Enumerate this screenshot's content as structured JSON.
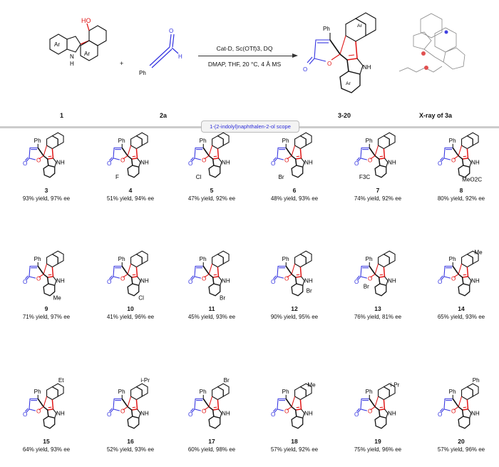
{
  "scheme": {
    "reactant1": {
      "number": "1",
      "labels": [
        "HO",
        "Ar",
        "N",
        "H",
        "Ar"
      ]
    },
    "plus": "+",
    "reactant2": {
      "number": "2a",
      "labels": [
        "Ph",
        "O",
        "H"
      ]
    },
    "conditions_top": "Cat-D, Sc(OTf)3, DQ",
    "conditions_bottom": "DMAP, THF, 20 °C, 4 Å MS",
    "product": {
      "number": "3-20",
      "labels": [
        "Ph",
        "Ar",
        "O",
        "O",
        "NH",
        "Ar"
      ]
    },
    "xray_label": "X-ray of 3a"
  },
  "scope_title": "1-(2-indolyl)naphthalen-2-ol scope",
  "colors": {
    "lactone": "#3333e0",
    "new_bonds": "#e01515",
    "bonds": "#111111",
    "scope_text": "#2a2ad8"
  },
  "compounds": [
    {
      "number": "3",
      "substituent": "",
      "site": "",
      "result": "93% yield, 97% ee"
    },
    {
      "number": "4",
      "substituent": "F",
      "site": "indole-5",
      "result": "51% yield, 94% ee"
    },
    {
      "number": "5",
      "substituent": "Cl",
      "site": "indole-5",
      "result": "47% yield, 92% ee"
    },
    {
      "number": "6",
      "substituent": "Br",
      "site": "indole-5",
      "result": "48% yield, 93% ee"
    },
    {
      "number": "7",
      "substituent": "F3C",
      "site": "indole-5",
      "result": "74% yield, 92% ee"
    },
    {
      "number": "8",
      "substituent": "MeO2C",
      "site": "indole-6",
      "result": "80% yield, 92% ee"
    },
    {
      "number": "9",
      "substituent": "Me",
      "site": "indole-6",
      "result": "71% yield, 97% ee"
    },
    {
      "number": "10",
      "substituent": "Cl",
      "site": "indole-6",
      "result": "41% yield, 96% ee"
    },
    {
      "number": "11",
      "substituent": "Br",
      "site": "indole-6",
      "result": "45% yield, 93% ee"
    },
    {
      "number": "12",
      "substituent": "Br",
      "site": "indole-7",
      "result": "90% yield, 95% ee"
    },
    {
      "number": "13",
      "substituent": "Br",
      "site": "indole-4",
      "result": "76% yield, 81% ee"
    },
    {
      "number": "14",
      "substituent": "Me",
      "site": "naph-7",
      "result": "65% yield, 93% ee"
    },
    {
      "number": "15",
      "substituent": "Et",
      "site": "naph-6",
      "result": "64% yield, 93% ee"
    },
    {
      "number": "16",
      "substituent": "i-Pr",
      "site": "naph-6",
      "result": "52% yield, 93% ee"
    },
    {
      "number": "17",
      "substituent": "Br",
      "site": "naph-6",
      "result": "60% yield, 98% ee"
    },
    {
      "number": "18",
      "substituent": "Me",
      "site": "naph-7",
      "result": "57% yield, 92% ee"
    },
    {
      "number": "19",
      "substituent": "i-Pr",
      "site": "naph-7",
      "result": "75% yield, 96% ee"
    },
    {
      "number": "20",
      "substituent": "Ph",
      "site": "naph-6",
      "result": "57% yield, 96% ee"
    }
  ]
}
